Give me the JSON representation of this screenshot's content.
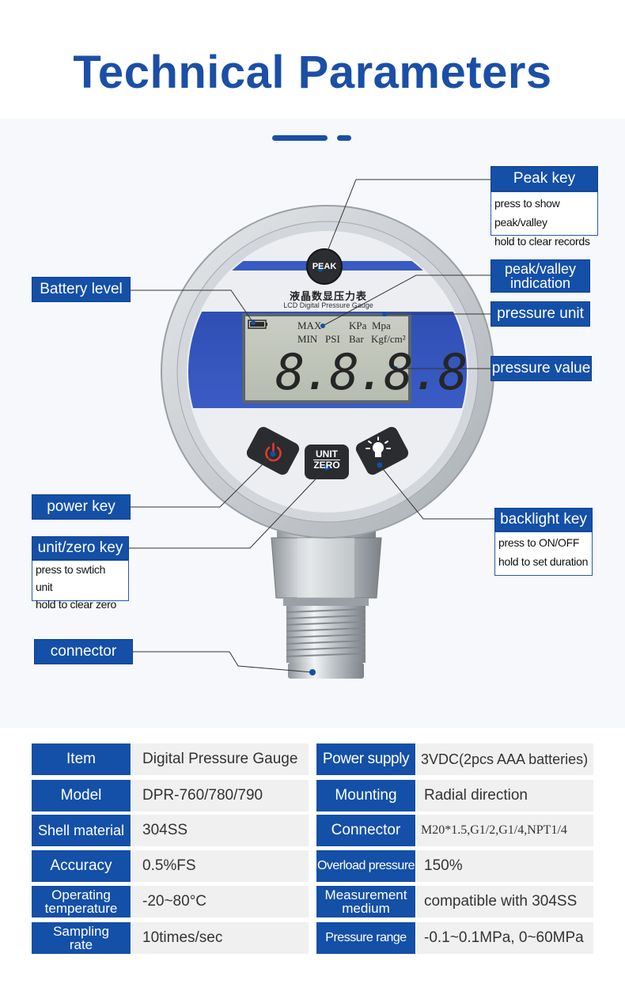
{
  "header": {
    "title": "Technical Parameters"
  },
  "device": {
    "peak_button": "PEAK",
    "brand_cn": "液晶数显压力表",
    "brand_en": "LCD Digital Pressure Gauge",
    "lcd": {
      "max": "MAX",
      "min": "MIN",
      "kpa": "KPa",
      "mpa": "Mpa",
      "psi": "PSI",
      "bar": "Bar",
      "kgf": "Kgf/cm²",
      "digits": "8.8.8.8"
    },
    "unit_button_top": "UNIT",
    "unit_button_bottom": "ZERO"
  },
  "callouts": {
    "peak_key": {
      "label": "Peak key",
      "lines": [
        "press to show peak/valley",
        "hold to clear records"
      ]
    },
    "battery_level": {
      "label": "Battery level"
    },
    "peak_valley": {
      "line1": "peak/valley",
      "line2": "indication"
    },
    "pressure_unit": {
      "label": "pressure unit"
    },
    "pressure_value": {
      "label": "pressure value"
    },
    "power_key": {
      "label": "power key"
    },
    "backlight_key": {
      "label": "backlight key",
      "lines": [
        "press to ON/OFF",
        "hold to set duration"
      ]
    },
    "unit_zero_key": {
      "label": "unit/zero key",
      "lines": [
        "press to swtich unit",
        "hold to clear zero"
      ]
    },
    "connector": {
      "label": "connector"
    }
  },
  "specs": {
    "left": [
      {
        "key": "Item",
        "value": "Digital Pressure Gauge"
      },
      {
        "key": "Model",
        "value": "DPR-760/780/790"
      },
      {
        "key": "Shell material",
        "value": "304SS"
      },
      {
        "key": "Accuracy",
        "value": "0.5%FS"
      },
      {
        "key1": "Operating",
        "key2": "temperature",
        "value": "-20~80°C"
      },
      {
        "key1": "Sampling",
        "key2": "rate",
        "value": "10times/sec"
      }
    ],
    "right": [
      {
        "key": "Power supply",
        "value": "3VDC(2pcs AAA batteries)"
      },
      {
        "key": "Mounting",
        "value": "Radial direction"
      },
      {
        "key": "Connector",
        "value": "M20*1.5,G1/2,G1/4,NPT1/4"
      },
      {
        "key": "Overload pressure",
        "value": "150%"
      },
      {
        "key1": "Measurement",
        "key2": "medium",
        "value": "compatible with 304SS"
      },
      {
        "key": "Pressure range",
        "value": "-0.1~0.1MPa, 0~60MPa"
      }
    ]
  },
  "colors": {
    "brand_blue": "#1450a8",
    "title_blue": "#1b4fa6",
    "cell_gray": "#f0f0f0"
  }
}
